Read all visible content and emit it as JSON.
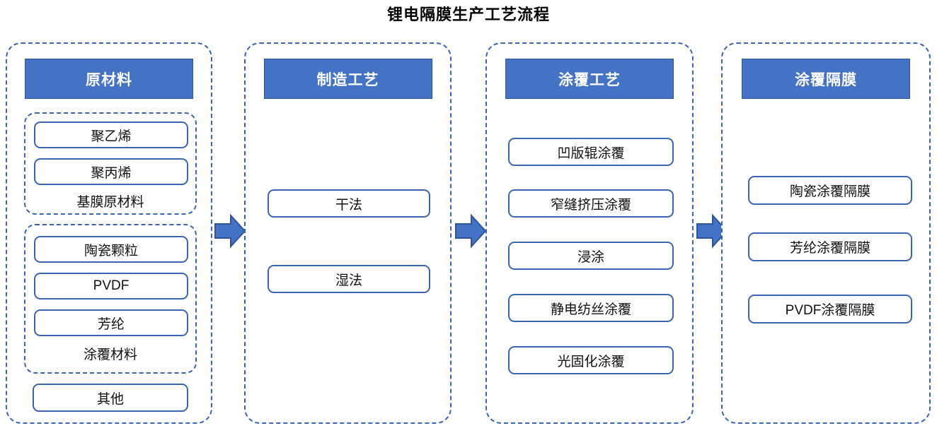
{
  "title": "锂电隔膜生产工艺流程",
  "colors": {
    "header_fill": "#4472C4",
    "header_border": "#2F5597",
    "box_border": "#3B64B4",
    "arrow_fill": "#4472C4",
    "arrow_border": "#2F5597",
    "text": "#111111",
    "background": "#FFFFFF"
  },
  "columns": [
    {
      "header": "原材料",
      "groups": [
        {
          "label": "基膜原材料",
          "items": [
            "聚乙烯",
            "聚丙烯"
          ]
        },
        {
          "label": "涂覆材料",
          "items": [
            "陶瓷颗粒",
            "PVDF",
            "芳纶"
          ]
        }
      ],
      "loose_items": [
        "其他"
      ]
    },
    {
      "header": "制造工艺",
      "groups": [],
      "loose_items": [
        "干法",
        "湿法"
      ]
    },
    {
      "header": "涂覆工艺",
      "groups": [],
      "loose_items": [
        "凹版辊涂覆",
        "窄缝挤压涂覆",
        "浸涂",
        "静电纺丝涂覆",
        "光固化涂覆"
      ]
    },
    {
      "header": "涂覆隔膜",
      "groups": [],
      "loose_items": [
        "陶瓷涂覆隔膜",
        "芳纶涂覆隔膜",
        "PVDF涂覆隔膜"
      ]
    }
  ],
  "arrows": [
    {
      "name": "arrow-raw-to-manufacture",
      "direction": "right"
    },
    {
      "name": "arrow-manufacture-to-coating",
      "direction": "right"
    },
    {
      "name": "arrow-coating-to-product",
      "direction": "right"
    }
  ]
}
